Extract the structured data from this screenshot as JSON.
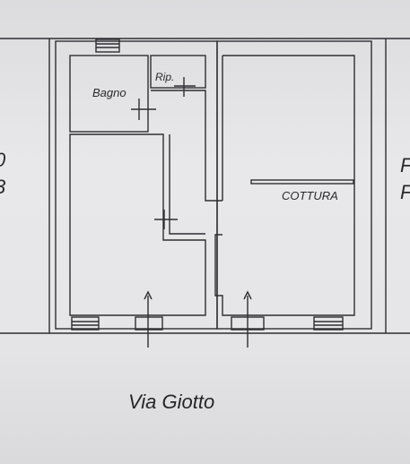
{
  "plan": {
    "rooms": {
      "bagno": "Bagno",
      "ripostiglio": "Rip.",
      "cottura": "COTTURA"
    },
    "street": "Via Giotto",
    "edge_fragments": {
      "left": [
        "0",
        "3"
      ],
      "right": [
        "F",
        "F"
      ]
    }
  },
  "colors": {
    "paper": "#e4e4e6",
    "ink": "#2e2e33",
    "wall_fill": "#ebebed"
  }
}
